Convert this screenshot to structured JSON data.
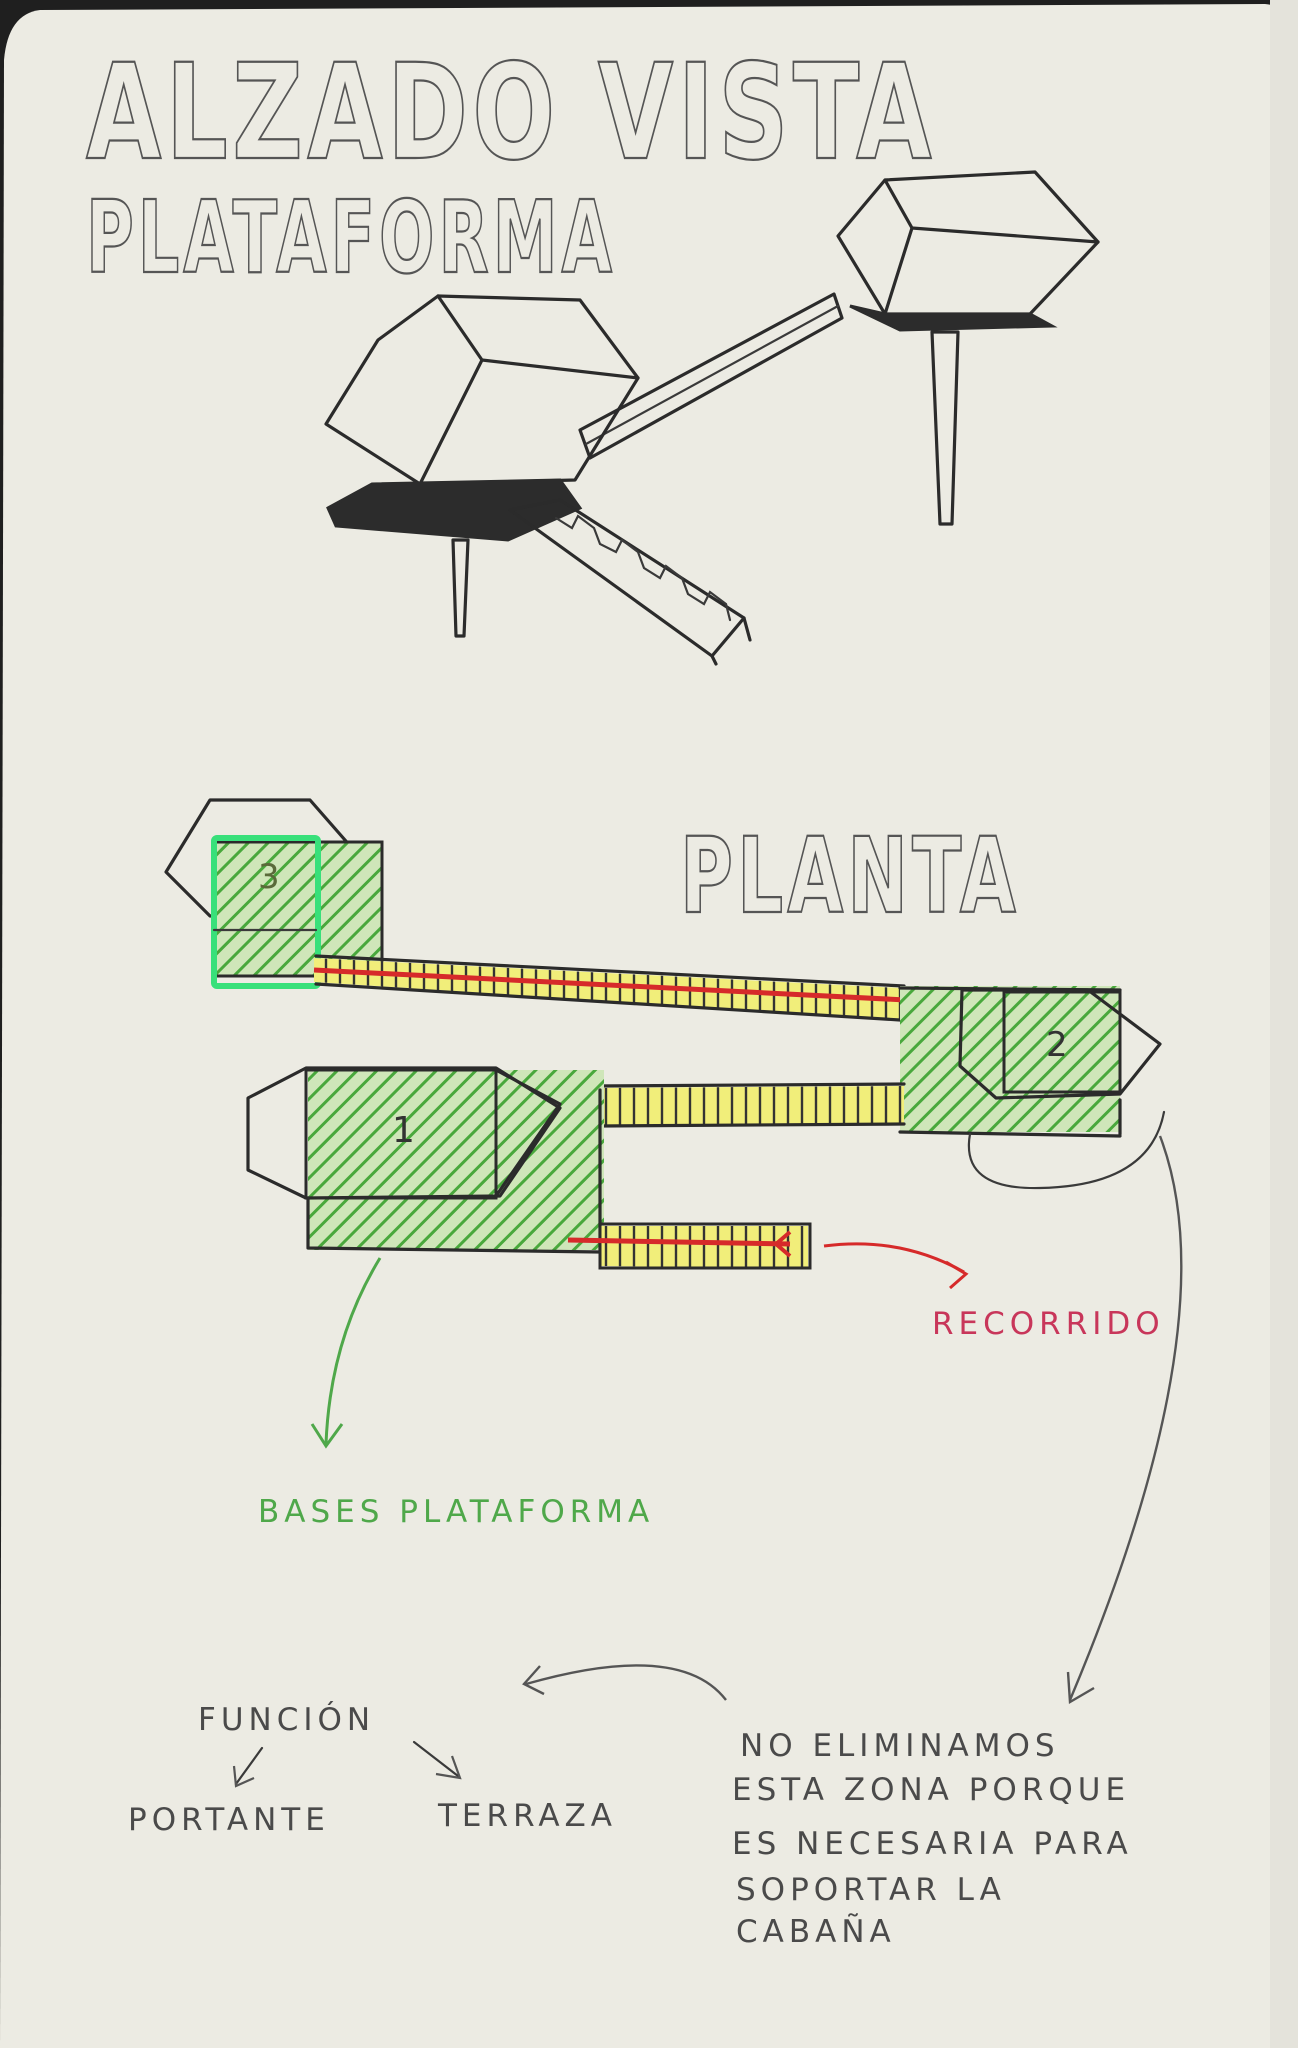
{
  "title": {
    "line1": "ALZADO VISTA",
    "line2": "PLATAFORMA"
  },
  "plan": {
    "title": "PLANTA",
    "module_labels": [
      "3",
      "2",
      "1"
    ]
  },
  "annotations": {
    "recorrido": "RECORRIDO",
    "bases": "BASES PLATAFORMA",
    "funcion": "FUNCIÓN",
    "portante": "PORTANTE",
    "terraza": "TERRAZA",
    "note_lines": [
      "NO ELIMINAMOS",
      "ESTA ZONA PORQUE",
      "ES NECESARIA PARA",
      "SOPORTAR LA",
      "CABAÑA"
    ]
  },
  "colors": {
    "paper": "#ecebe3",
    "ink": "#2b2b2b",
    "bases_green": "#4caf3f",
    "highlight_green": "#38e07a",
    "route_red": "#d62a2a",
    "corridor_yellow": "#f1ee7a",
    "recorrido_text": "#c8365a",
    "bases_text": "#4fa84a"
  }
}
